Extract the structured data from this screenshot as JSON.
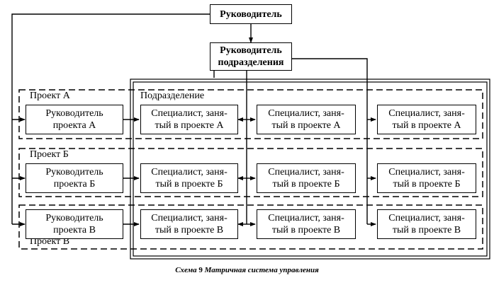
{
  "head": {
    "label": "Руководитель"
  },
  "dept_head": {
    "label": "Руководитель\nподразделения"
  },
  "department": {
    "label": "Подразделение"
  },
  "projects": [
    {
      "name": "Проект А",
      "manager": "Руководитель\nпроекта А",
      "specialist": "Специалист, заня-\nтый в проекте А"
    },
    {
      "name": "Проект Б",
      "manager": "Руководитель\nпроекта Б",
      "specialist": "Специалист, заня-\nтый в проекте Б"
    },
    {
      "name": "Проект В",
      "manager": "Руководитель\nпроекта В",
      "specialist": "Специалист, заня-\nтый в проекте В"
    }
  ],
  "caption": {
    "scheme": "Схема",
    "number": "9",
    "title": "Матричная система управления"
  }
}
